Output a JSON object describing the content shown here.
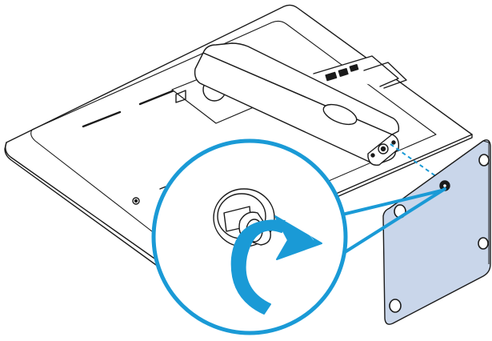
{
  "illustration": {
    "colors": {
      "line": "#1a1a1a",
      "accent": "#1a9ad6",
      "plate_fill": "#c9d6ea",
      "background": "#ffffff"
    },
    "parts": [
      "monitor-back-panel",
      "stand-arm",
      "callout-circle",
      "thumb-screw",
      "rotation-arrow",
      "base-plate"
    ],
    "action": "rotate-clockwise"
  }
}
